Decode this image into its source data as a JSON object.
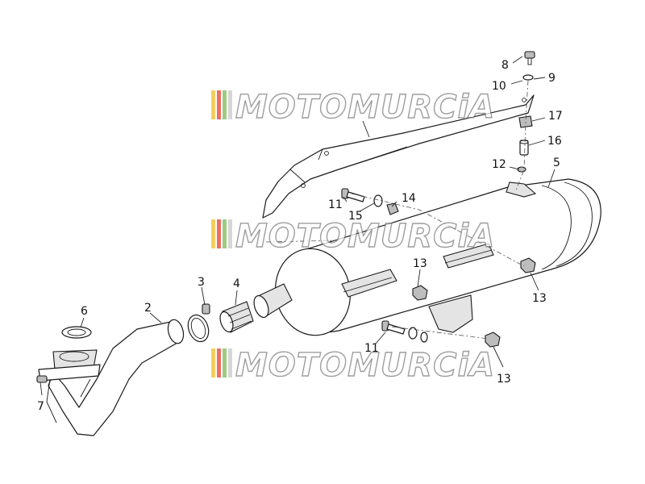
{
  "watermark": {
    "text": "MOTOMURCiA",
    "stripe_colors": [
      "#f4c542",
      "#e7584a",
      "#8cc36a",
      "#cfcfcf"
    ]
  },
  "callouts": [
    {
      "id": "c2",
      "label": "2"
    },
    {
      "id": "c3",
      "label": "3"
    },
    {
      "id": "c4",
      "label": "4"
    },
    {
      "id": "c5",
      "label": "5"
    },
    {
      "id": "c6",
      "label": "6"
    },
    {
      "id": "c7",
      "label": "7"
    },
    {
      "id": "c8",
      "label": "8"
    },
    {
      "id": "c9",
      "label": "9"
    },
    {
      "id": "c10",
      "label": "10"
    },
    {
      "id": "c11a",
      "label": "11"
    },
    {
      "id": "c11b",
      "label": "11"
    },
    {
      "id": "c12",
      "label": "12"
    },
    {
      "id": "c13a",
      "label": "13"
    },
    {
      "id": "c13b",
      "label": "13"
    },
    {
      "id": "c13c",
      "label": "13"
    },
    {
      "id": "c14",
      "label": "14"
    },
    {
      "id": "c15",
      "label": "15"
    },
    {
      "id": "c16",
      "label": "16"
    },
    {
      "id": "c17",
      "label": "17"
    }
  ]
}
